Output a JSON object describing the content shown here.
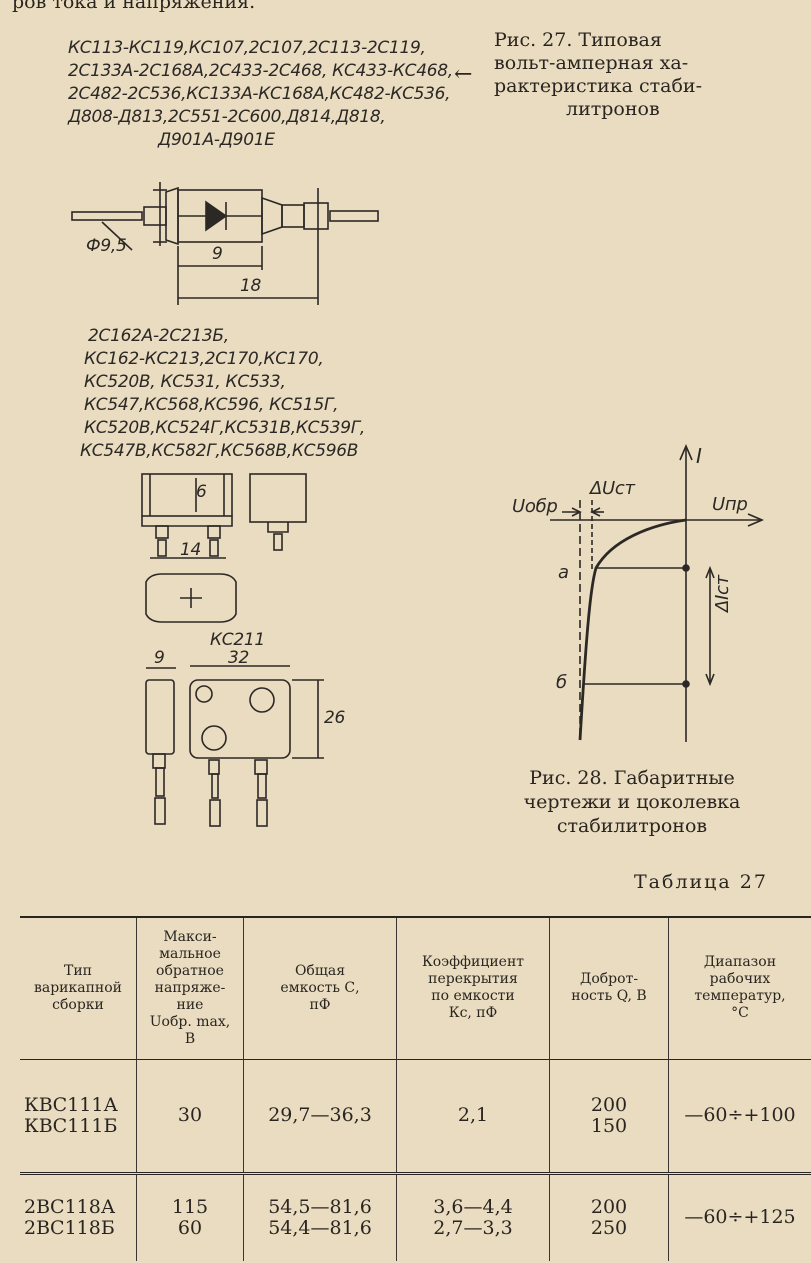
{
  "top_fragment": "ров тока и напряжения.",
  "fig27_caption": [
    "Рис.   27.   Типовая",
    "вольт-амперная     ха-",
    "рактеристика   стаби-",
    "литронов"
  ],
  "arrow_glyph": "←",
  "group1_types": [
    "КС113-КС119,КС107,2С107,2С113-2С119,",
    "2С133А-2С168А,2С433-2С468, КС433-КС468,",
    "2С482-2С536,КС133А-КС168А,КС482-КС536,",
    "Д808-Д813,2С551-2С600,Д814,Д818,",
    "Д901А-Д901Е"
  ],
  "group1_dims": {
    "diameter": "Ф9,5",
    "d9": "9",
    "d18": "18"
  },
  "group2_types": [
    "2С162А-2С213Б,",
    "КС162-КС213,2С170,КС170,",
    "КС520В, КС531, КС533,",
    "КС547,КС568,КС596, КС515Г,",
    "КС520В,КС524Г,КС531В,КС539Г,",
    "КС547В,КС582Г,КС568В,КС596В"
  ],
  "group2_dims": {
    "d6": "6",
    "d14": "14"
  },
  "group3": {
    "label": "КС211",
    "d9": "9",
    "d32": "32",
    "d26": "26"
  },
  "vac": {
    "i_axis": "I",
    "u_pr": "Uпр",
    "u_obr": "Uобр",
    "delta_u": "ΔUст",
    "point_a": "а",
    "point_b": "б",
    "delta_i": "ΔIст"
  },
  "fig28_caption": [
    "Рис.  28.  Габаритные",
    "чертежи  и  цоколевка",
    "стабилитронов"
  ],
  "table_title": "Таблица  27",
  "table": {
    "headers": [
      "Тип\nварикапной\nсборки",
      "Макси-\nмальное\nобратное\nнапряже-\nние\nUобр. max,\nВ",
      "Общая\nемкость С,\nпФ",
      "Коэффициент\nперекрытия\nпо емкости\nКс, пФ",
      "Доброт-\nность Q, В",
      "Диапазон\nрабочих\nтемператур,\n°С"
    ],
    "rows": [
      [
        "КВС111А\nКВС111Б",
        "30",
        "29,7—36,3",
        "2,1",
        "200\n150",
        "—60÷+100"
      ],
      [
        "2ВС118А\n2ВС118Б",
        "115\n60",
        "54,5—81,6\n54,4—81,6",
        "3,6—4,4\n2,7—3,3",
        "200\n250",
        "—60÷+125"
      ]
    ]
  }
}
